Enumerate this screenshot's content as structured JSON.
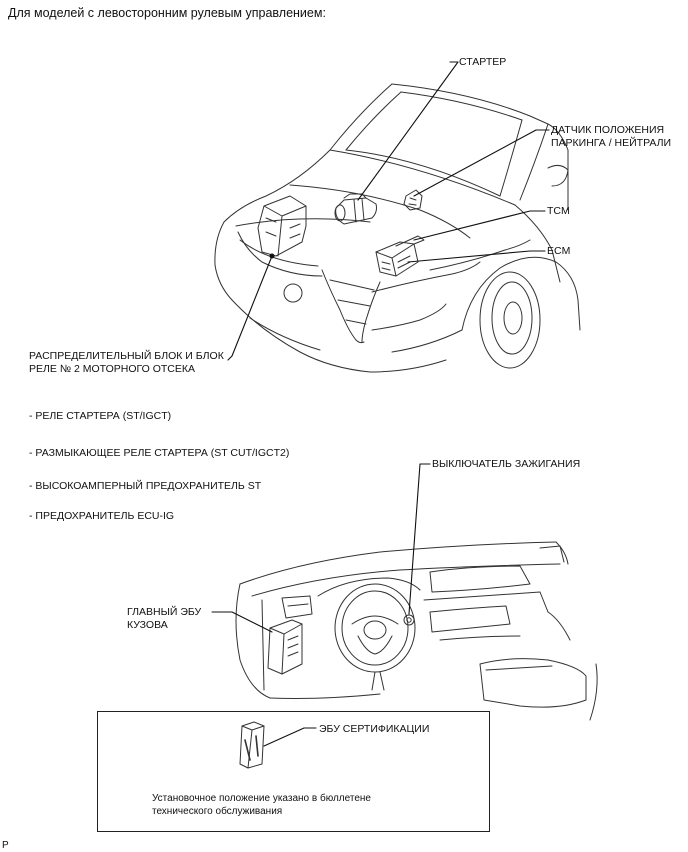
{
  "title": "Для моделей с левосторонним рулевым управлением:",
  "engine_labels": {
    "starter": "СТАРТЕР",
    "park_sensor_line1": "ДАТЧИК ПОЛОЖЕНИЯ",
    "park_sensor_line2": "ПАРКИНГА / НЕЙТРАЛИ",
    "tcm": "TCM",
    "ecm": "ECM",
    "relay_block_line1": "РАСПРЕДЕЛИТЕЛЬНЫЙ БЛОК И БЛОК",
    "relay_block_line2": "РЕЛЕ № 2 МОТОРНОГО ОТСЕКА"
  },
  "relay_items": [
    "- РЕЛЕ СТАРТЕРА (ST/IGCT)",
    "- РАЗМЫКАЮЩЕЕ РЕЛЕ СТАРТЕРА (ST CUT/IGCT2)",
    "- ВЫСОКОАМПЕРНЫЙ ПРЕДОХРАНИТЕЛЬ ST",
    "- ПРЕДОХРАНИТЕЛЬ ECU-IG"
  ],
  "cabin_labels": {
    "ignition_switch": "ВЫКЛЮЧАТЕЛЬ ЗАЖИГАНИЯ",
    "body_ecu_line1": "ГЛАВНЫЙ ЭБУ",
    "body_ecu_line2": "КУЗОВА"
  },
  "inset": {
    "cert_ecu": "ЭБУ СЕРТИФИКАЦИИ",
    "note_line1": "Установочное положение указано в бюллетене",
    "note_line2": "технического обслуживания"
  },
  "corner_mark": "P"
}
